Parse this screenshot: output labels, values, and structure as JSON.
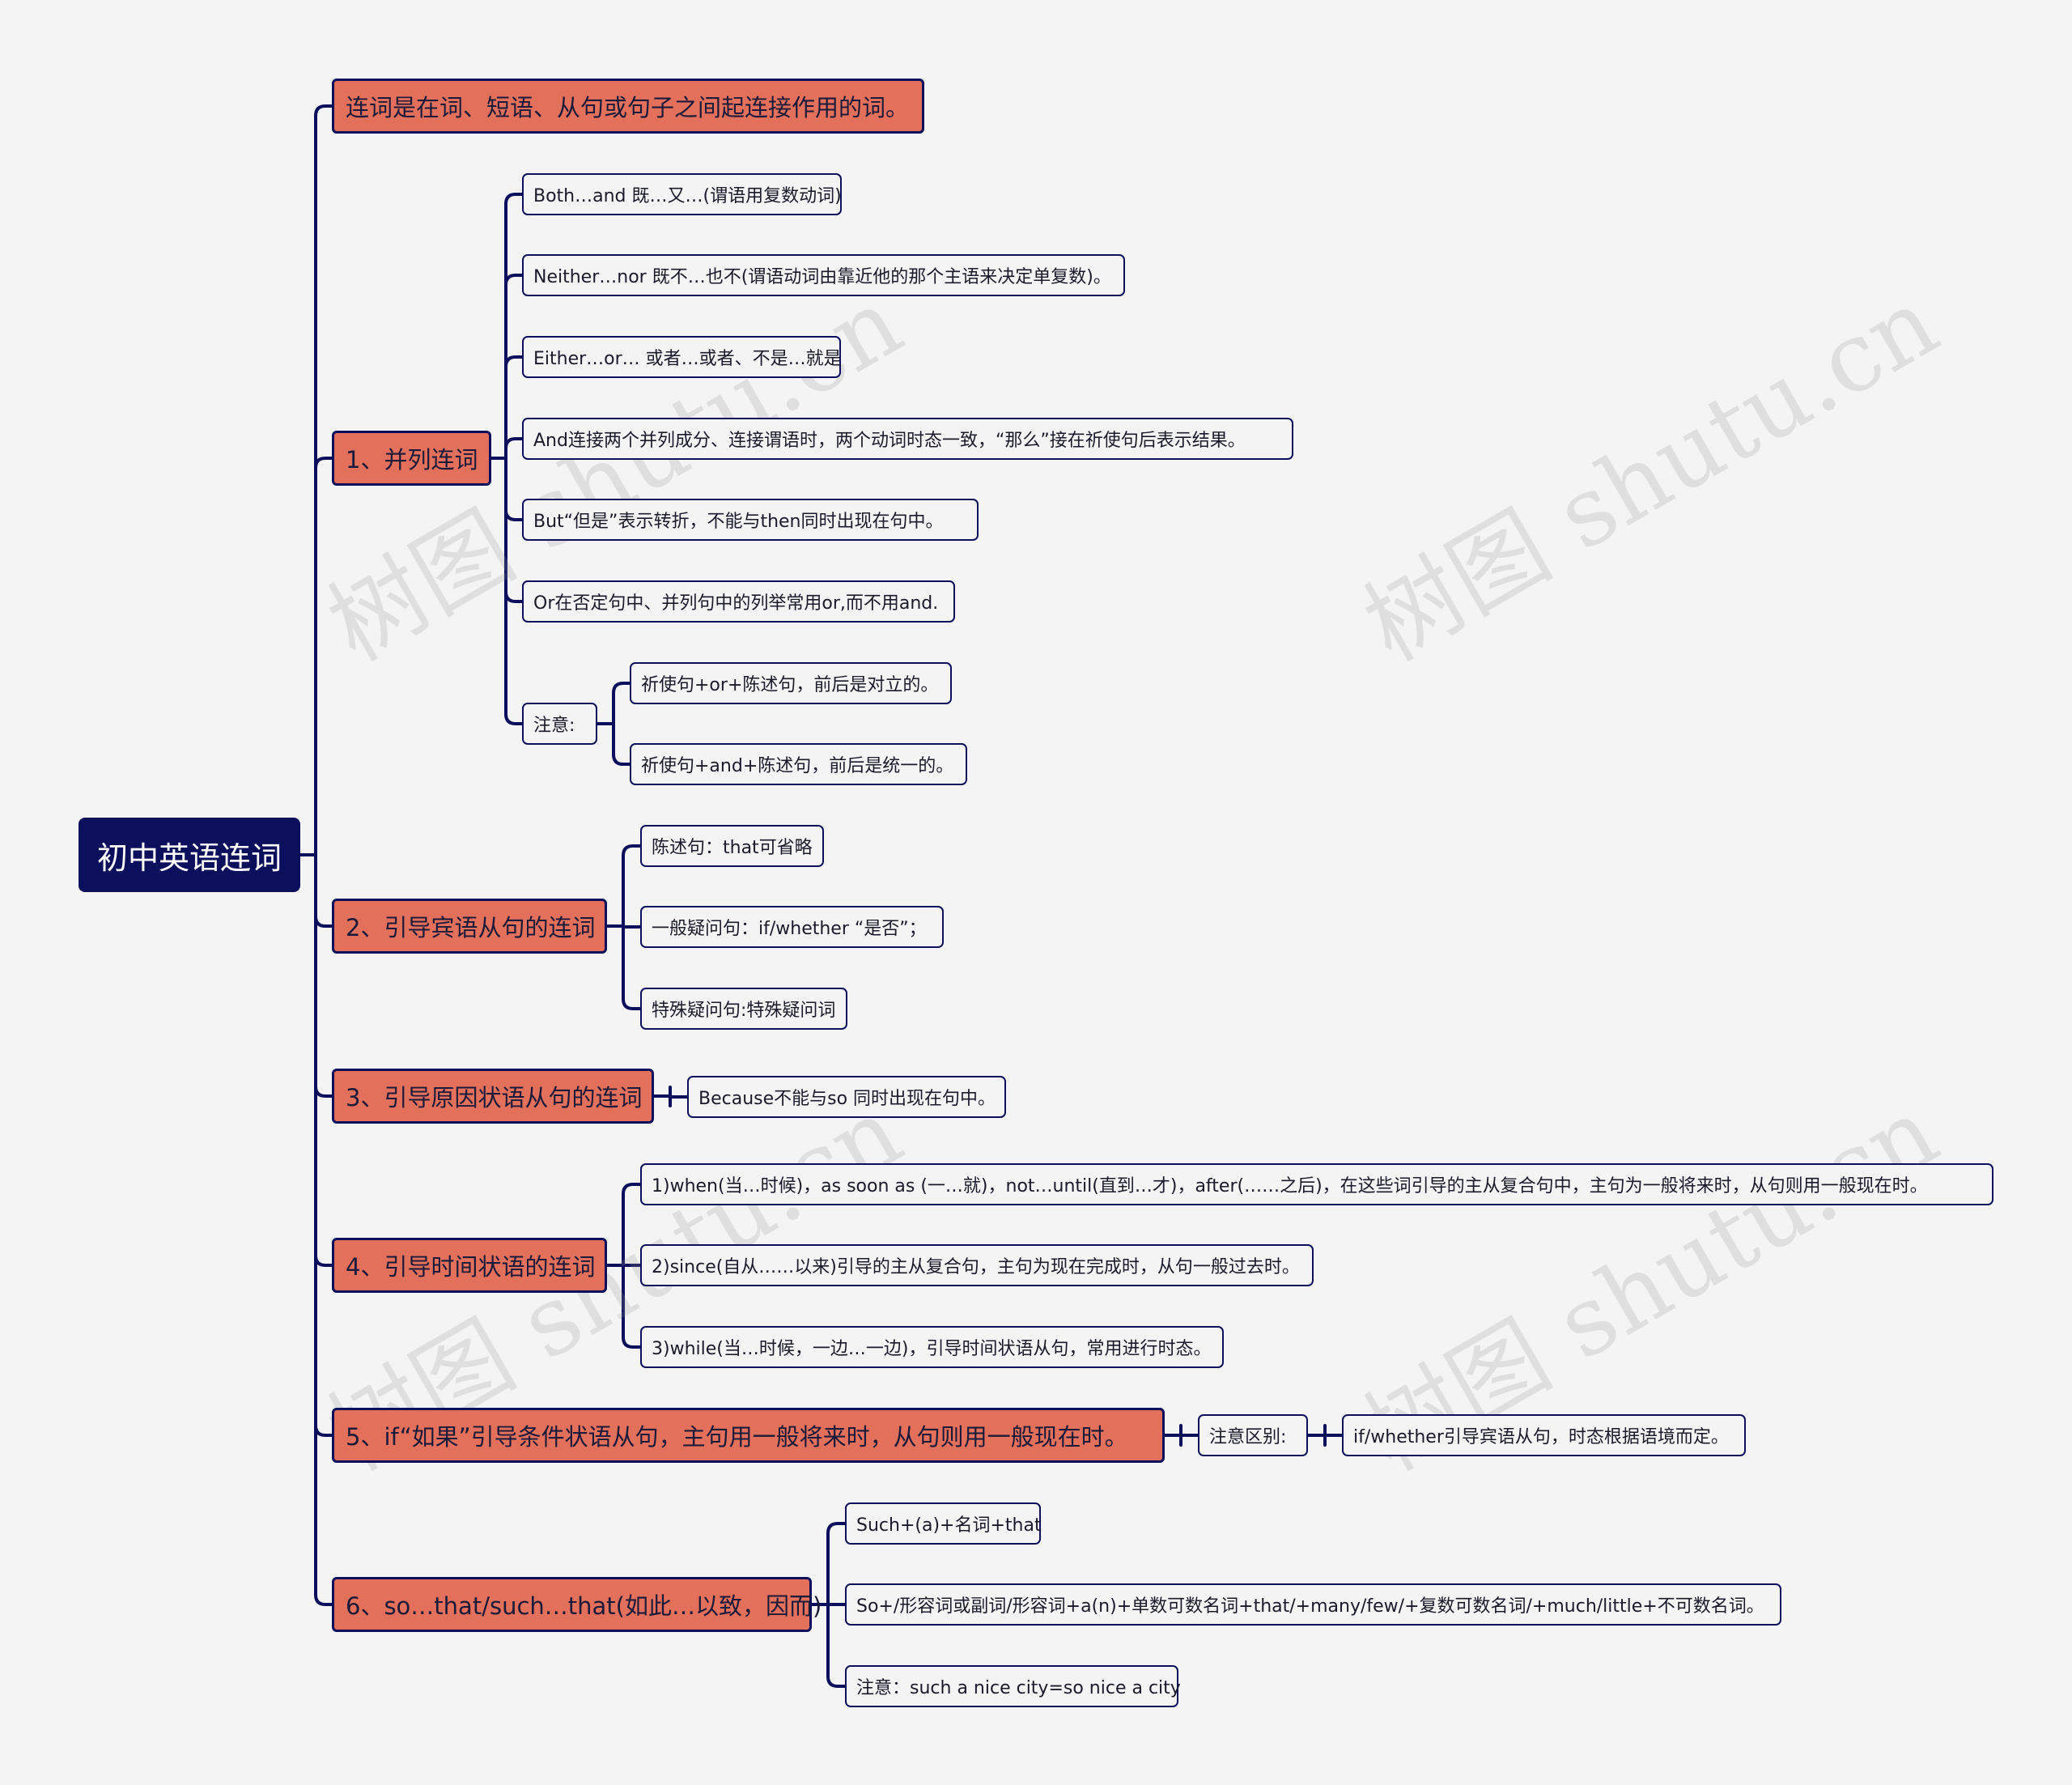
{
  "root": "初中英语连词",
  "definition": "连词是在词、短语、从句或句子之间起连接作用的词。",
  "branches": {
    "b1": {
      "label": "1、并列连词",
      "items": [
        "Both…and 既…又…(谓语用复数动词)",
        "Neither…nor 既不…也不(谓语动词由靠近他的那个主语来决定单复数)。",
        "Either…or… 或者…或者、不是…就是",
        "And连接两个并列成分、连接谓语时，两个动词时态一致，“那么”接在祈使句后表示结果。",
        "But“但是”表示转折，不能与then同时出现在句中。",
        "Or在否定句中、并列句中的列举常用or,而不用and."
      ],
      "note_label": "注意:",
      "note_items": [
        "祈使句+or+陈述句，前后是对立的。",
        "祈使句+and+陈述句，前后是统一的。"
      ]
    },
    "b2": {
      "label": "2、引导宾语从句的连词",
      "items": [
        "陈述句：that可省略",
        "一般疑问句：if/whether “是否”；",
        "特殊疑问句:特殊疑问词"
      ]
    },
    "b3": {
      "label": "3、引导原因状语从句的连词",
      "items": [
        "Because不能与so 同时出现在句中。"
      ]
    },
    "b4": {
      "label": "4、引导时间状语的连词",
      "items": [
        "1)when(当…时候)，as soon as (一…就)，not…until(直到…才)，after(……之后)，在这些词引导的主从复合句中，主句为一般将来时，从句则用一般现在时。",
        "2)since(自从……以来)引导的主从复合句，主句为现在完成时，从句一般过去时。",
        "3)while(当…时候，一边…一边)，引导时间状语从句，常用进行时态。"
      ]
    },
    "b5": {
      "label": "5、if“如果”引导条件状语从句，主句用一般将来时，从句则用一般现在时。",
      "note_label": "注意区别:",
      "note_item": "if/whether引导宾语从句，时态根据语境而定。"
    },
    "b6": {
      "label": "6、so…that/such…that(如此…以致，因而)",
      "items": [
        "Such+(a)+名词+that",
        "So+/形容词或副词/形容词+a(n)+单数可数名词+that/+many/few/+复数可数名词/+much/little+不可数名词。",
        "注意：such a nice city=so nice a city"
      ]
    }
  },
  "watermark": "树图 shutu.cn",
  "colors": {
    "root_bg": "#0c0f5c",
    "branch_bg": "#e2705b",
    "leaf_bg": "#f4f4f5",
    "line": "#0c0f5c",
    "canvas": "#f4f4f5"
  }
}
